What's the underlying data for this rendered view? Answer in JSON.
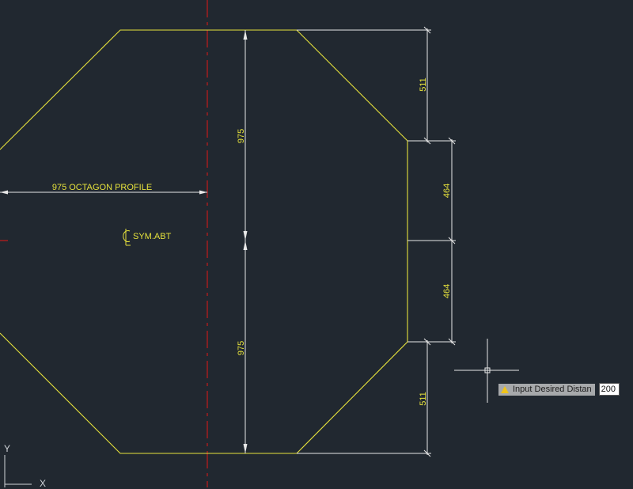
{
  "drawing": {
    "dimensions": {
      "upper_vertical": "975",
      "lower_vertical": "975",
      "right_top": "511",
      "right_mid_upper": "464",
      "right_mid_lower": "464",
      "right_bottom": "511",
      "profile_label": "975 OCTAGON PROFILE"
    },
    "symbol_label": "SYM.ABT",
    "colors": {
      "background": "#212830",
      "profile": "#e6e23c",
      "dimension_lines": "#e8e8e8",
      "centerline": "#c41b1b",
      "dimension_text": "#e6e23c"
    }
  },
  "command_tooltip": {
    "prompt": "Input Desired Distan",
    "value": "200",
    "icon": "warning-icon"
  },
  "ucs": {
    "y_label": "Y",
    "x_label": "X"
  }
}
